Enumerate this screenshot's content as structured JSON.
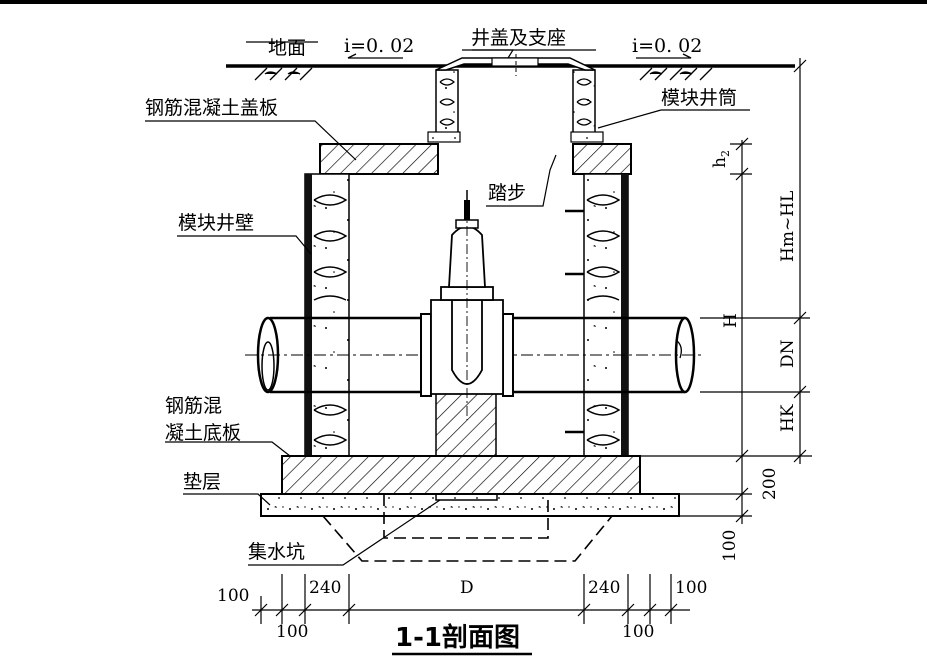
{
  "labels": {
    "ground": "地面",
    "slope_left": "i=0. 02",
    "slope_right": "i=0. 02",
    "cover_support": "井盖及支座",
    "rc_cover": "钢筋混凝土盖板",
    "module_shaft": "模块井筒",
    "step": "踏步",
    "module_wall": "模块井壁",
    "rc_base_line1": "钢筋混",
    "rc_base_line2": "凝土底板",
    "cushion": "垫层",
    "sump": "集水坑"
  },
  "dimensions": {
    "h2_main": "h",
    "h2_sub": "2",
    "hm_hl": "Hm~HL",
    "h": "H",
    "dn": "DN",
    "hk": "HK",
    "d200": "200",
    "d100_right": "100",
    "d100_bl": "100",
    "d100_bl2": "100",
    "d240_l": "240",
    "d_center": "D",
    "d240_r": "240",
    "d100_br": "100",
    "d100_br2": "100"
  },
  "title": "1-1剖面图"
}
